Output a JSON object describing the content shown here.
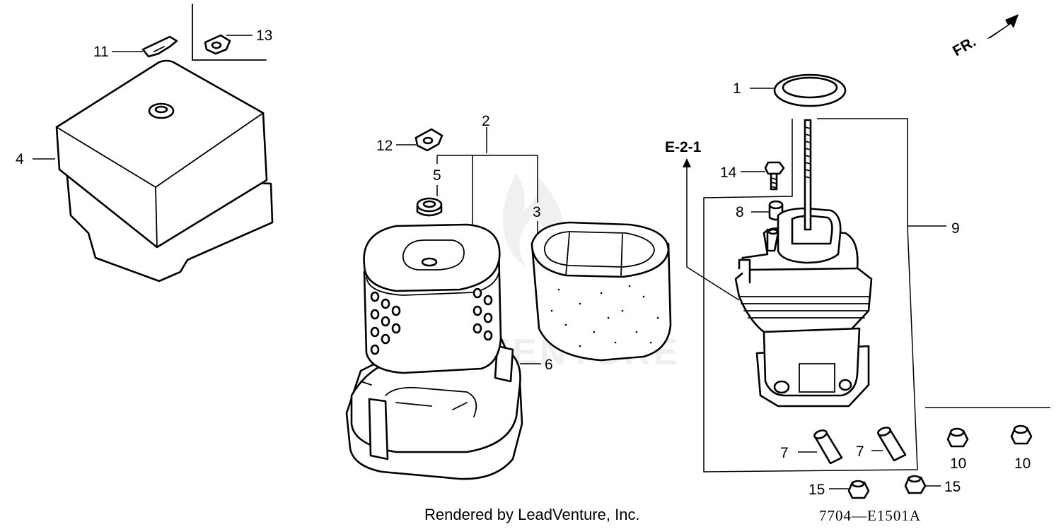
{
  "diagram": {
    "watermark": "LEADVENTURE",
    "orientation_label": "FR.",
    "reference_label": "E-2-1",
    "callouts": [
      "1",
      "2",
      "3",
      "4",
      "5",
      "6",
      "7",
      "7",
      "8",
      "9",
      "10",
      "10",
      "11",
      "12",
      "13",
      "14",
      "15",
      "15"
    ]
  },
  "footer": {
    "rendered_by": "Rendered by LeadVenture, Inc.",
    "diagram_code": "7704—E1501A"
  }
}
